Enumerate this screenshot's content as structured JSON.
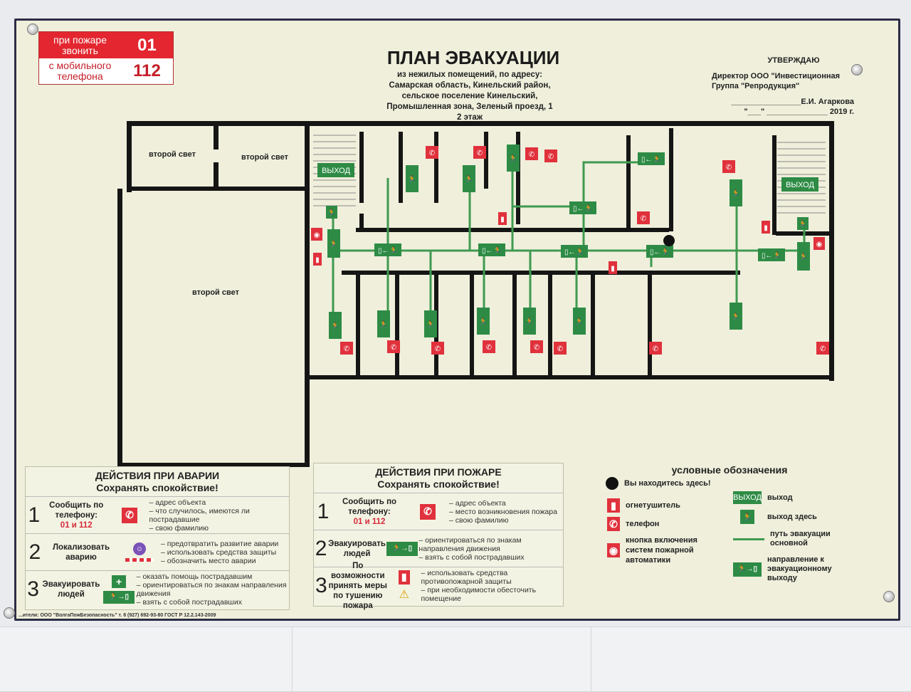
{
  "emergency_phone": {
    "fire_label": "при пожаре звонить",
    "fire_number": "01",
    "mobile_label": "с мобильного телефона",
    "mobile_number": "112"
  },
  "header": {
    "title": "ПЛАН ЭВАКУАЦИИ",
    "address_lines": [
      "из нежилых помещений, по адресу:",
      "Самарская область, Кинельский район,",
      "сельское поселение Кинельский,",
      "Промышленная зона, Зеленый проезд, 1",
      "2 этаж"
    ]
  },
  "approval": {
    "heading": "УТВЕРЖДАЮ",
    "position": "Директор ООО \"Инвестиционная Группа \"Репродукция\"",
    "signature": "________________Е.И. Агаркова",
    "date": "\"___\" ______________ 2019 г."
  },
  "plan": {
    "room_labels": [
      "второй свет",
      "второй свет",
      "второй свет"
    ],
    "exit_labels": [
      "ВЫХОД",
      "ВЫХОД"
    ]
  },
  "accident_panel": {
    "title": "ДЕЙСТВИЯ ПРИ АВАРИИ",
    "subtitle": "Сохранять спокойствие!",
    "steps": [
      {
        "num": "1",
        "action": "Сообщить по телефону:",
        "highlight": "01 и 112",
        "notes": [
          "адрес объекта",
          "что случилось, имеются ли пострадавшие",
          "свою фамилию"
        ]
      },
      {
        "num": "2",
        "action": "Локализовать аварию",
        "highlight": "",
        "notes": [
          "предотвратить развитие аварии",
          "использовать средства защиты",
          "обозначить место аварии"
        ]
      },
      {
        "num": "3",
        "action": "Эвакуировать людей",
        "highlight": "",
        "notes": [
          "оказать помощь пострадавшим",
          "ориентироваться по знакам направления движения",
          "взять с собой пострадавших"
        ]
      }
    ]
  },
  "fire_panel": {
    "title": "ДЕЙСТВИЯ ПРИ ПОЖАРЕ",
    "subtitle": "Сохранять спокойствие!",
    "steps": [
      {
        "num": "1",
        "action": "Сообщить по телефону:",
        "highlight": "01 и 112",
        "notes": [
          "адрес объекта",
          "место возникновения пожара",
          "свою фамилию"
        ]
      },
      {
        "num": "2",
        "action": "Эвакуировать людей",
        "highlight": "",
        "notes": [
          "ориентироваться по знакам направления движения",
          "взять с собой пострадавших"
        ]
      },
      {
        "num": "3",
        "action": "По возможности принять меры по тушению пожара",
        "highlight": "",
        "notes": [
          "использовать средства противопожарной защиты",
          "при необходимости обесточить помещение"
        ]
      }
    ]
  },
  "legend": {
    "title": "условные обозначения",
    "you_are_here": "Вы находитесь здесь!",
    "extinguisher": "огнетушитель",
    "phone": "телефон",
    "fire_button": "кнопка включения систем пожарной автоматики",
    "exit_sign_text": "ВЫХОД",
    "exit": "выход",
    "exit_here": "выход здесь",
    "evac_route": "путь эвакуации основной",
    "evac_direction": "направление к эвакуационному выходу"
  },
  "footer": "...ители: ООО \"ВолгаПожБезопасность\" т. 8 (927) 692-93-80 ГОСТ Р 12.2.143-2009",
  "colors": {
    "board": "#efefdc",
    "red": "#e0313c",
    "green": "#2e8b45",
    "wall": "#151515",
    "route": "#3f9a4f"
  }
}
